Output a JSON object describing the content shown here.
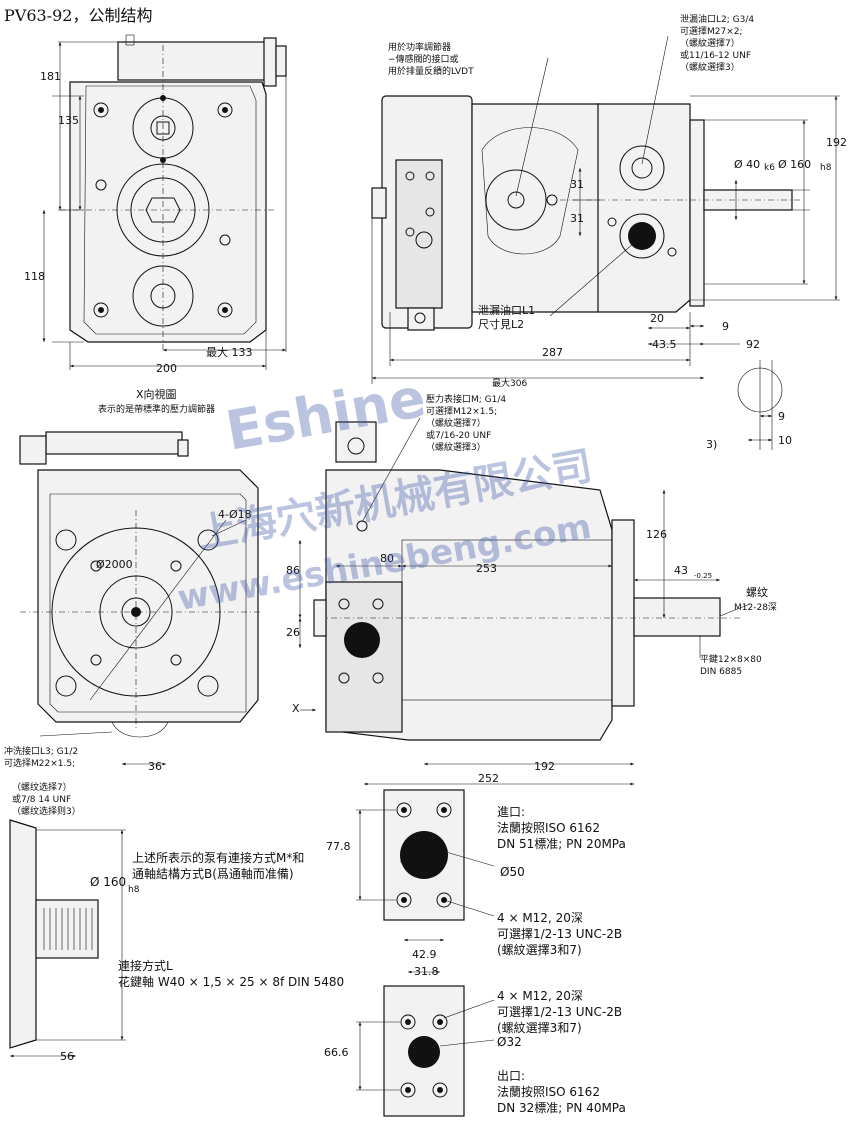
{
  "title": "PV63-92，公制结构",
  "watermark": {
    "brand": "Eshine",
    "company": "上海穴新机械有限公司",
    "url": "www.eshinebeng.com"
  },
  "view_x": {
    "caption": "X向視圖",
    "note": "表示的是帶標準的壓力調節器",
    "dims": {
      "d181": "181",
      "d135": "135",
      "d118": "118",
      "d200": "200",
      "max133": "最大 133"
    }
  },
  "side_view": {
    "callout_lvdt": [
      "用於功率調節器",
      "−傳感閥的接口或",
      "用於排量反饋的LVDT"
    ],
    "callout_drain_top": [
      "泄漏油口L2; G3/4",
      "可選擇M27×2;",
      "（螺紋選擇7）",
      "或11/16-12  UNF",
      "（螺紋選擇3）"
    ],
    "callout_drain_bottom": [
      "泄漏油口L1",
      "尺寸見L2"
    ],
    "dims": {
      "d31a": "31",
      "d31b": "31",
      "d40": "Ø 40",
      "k6": "k6",
      "d160": "Ø 160",
      "h8": "h8",
      "d192": "192",
      "d20": "20",
      "d9": "9",
      "d43_5": "43.5",
      "d92": "92",
      "d287": "287",
      "max306": "最大306",
      "d9b": "9",
      "d10": "10",
      "note3": "3)"
    }
  },
  "front_view": {
    "callout_gauge": [
      "壓力表接口M; G1/4",
      "可選擇M12×1.5;",
      "（螺紋選擇7）",
      "或7/16-20  UNF",
      "（螺紋選擇3）"
    ],
    "callout_flush": [
      "冲洗接口L3; G1/2",
      "可选择M22×1.5;",
      "（螺纹选择7）",
      "或7/8 14 UNF",
      "（螺纹选择则3）"
    ],
    "dims": {
      "holes": "4-Ø18",
      "d200": "Ø2000",
      "d86": "86",
      "d26": "26",
      "d80": "80",
      "d253": "253",
      "d126": "126",
      "d43": "43",
      "tol": "-0.25",
      "d36": "36",
      "d192": "192",
      "d252": "252",
      "x_label": "X"
    },
    "thread_callout": [
      "螺纹",
      "M12-28深"
    ],
    "key_callout": [
      "平鍵12×8×80",
      "DIN 6885"
    ]
  },
  "shaft_detail": {
    "text_m": [
      "上述所表示的泵有連接方式M*和",
      "通軸結構方式B(爲通軸而准備)"
    ],
    "d160": "Ø 160",
    "h8": "h8",
    "text_l": [
      "連接方式L",
      "花鍵軸 W40 × 1,5 × 25 × 8f DIN 5480"
    ],
    "d56": "56"
  },
  "inlet_flange": {
    "title": "進口:",
    "lines": [
      "法蘭按照ISO 6162",
      "DN 51標准; PN 20MPa"
    ],
    "d77_8": "77.8",
    "d50": "Ø50",
    "bolts": [
      "4 × M12, 20深",
      "可選擇1/2-13 UNC-2B",
      "(螺紋選擇3和7)"
    ],
    "d42_9": "42.9"
  },
  "outlet_flange": {
    "d31_8": "31.8",
    "bolts": [
      "4 × M12, 20深",
      "可選擇1/2-13 UNC-2B",
      "(螺紋選擇3和7)"
    ],
    "d66_6": "66.6",
    "d32": "Ø32",
    "title": "出口:",
    "lines": [
      "法蘭按照ISO 6162",
      "DN 32標准; PN 40MPa"
    ]
  }
}
